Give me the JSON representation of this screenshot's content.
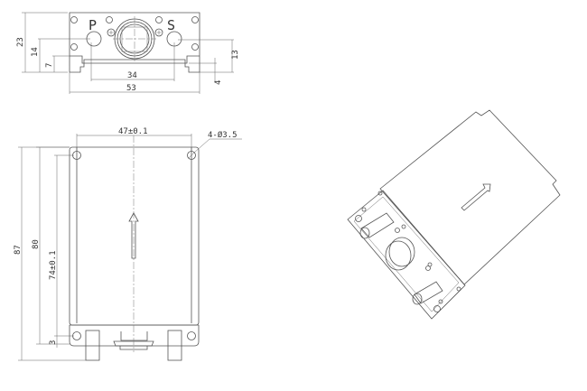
{
  "drawing": {
    "top_view": {
      "port_labels": {
        "left": "P",
        "right": "S"
      },
      "dimensions": {
        "height_overall": "23",
        "port_height": "14",
        "step_height": "7",
        "port_height_right": "13",
        "step_height_right": "4",
        "port_spacing": "34",
        "width_overall": "53"
      }
    },
    "front_view": {
      "dimensions": {
        "hole_spacing_horizontal": "47±0.1",
        "hole_callout": "4-Ø3.5",
        "height_overall": "87",
        "height_body": "80",
        "hole_spacing_vertical": "74±0.1",
        "hole_offset": "3"
      }
    },
    "isometric_view": {
      "description": "isometric view of sensor module with P and S ports and flow arrow"
    }
  }
}
